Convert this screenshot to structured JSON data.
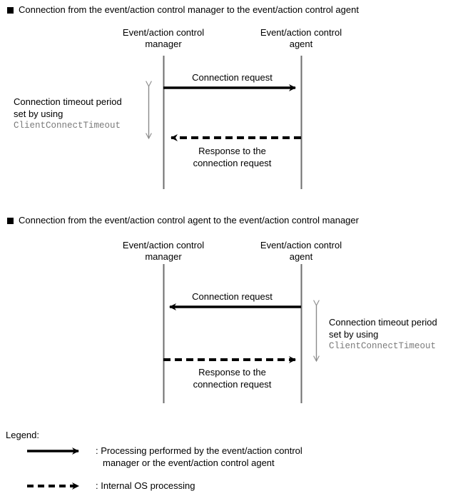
{
  "sections": [
    {
      "heading": "Connection from the event/action control manager to the event/action control agent",
      "participants": [
        {
          "line1": "Event/action control",
          "line2": "manager"
        },
        {
          "line1": "Event/action control",
          "line2": "agent"
        }
      ],
      "messages": [
        {
          "label": "Connection request",
          "style": "solid",
          "direction": "right"
        },
        {
          "label_line1": "Response to the",
          "label_line2": "connection request",
          "style": "dashed",
          "direction": "left"
        }
      ],
      "timeout_note": {
        "line1": "Connection timeout period",
        "line2": "set by using",
        "parameter": "ClientConnectTimeout"
      }
    },
    {
      "heading": "Connection from the event/action control agent to the event/action control manager",
      "participants": [
        {
          "line1": "Event/action control",
          "line2": "manager"
        },
        {
          "line1": "Event/action control",
          "line2": "agent"
        }
      ],
      "messages": [
        {
          "label": "Connection request",
          "style": "solid",
          "direction": "left"
        },
        {
          "label_line1": "Response to the",
          "label_line2": "connection request",
          "style": "dashed",
          "direction": "right"
        }
      ],
      "timeout_note": {
        "line1": "Connection timeout period",
        "line2": "set by using",
        "parameter": "ClientConnectTimeout"
      }
    }
  ],
  "legend": {
    "title": "Legend:",
    "entries": [
      {
        "style": "solid",
        "text_line1": ": Processing performed by the event/action control",
        "text_line2": "manager or the event/action control agent"
      },
      {
        "style": "dashed",
        "text_line1": ": Internal OS processing",
        "text_line2": ""
      }
    ]
  },
  "colors": {
    "foreground": "#000000",
    "background": "#ffffff",
    "lifeline": "#6e6e6e",
    "timeout_arrow": "#8a8a8a",
    "parameter_text": "#7a7a7a"
  }
}
